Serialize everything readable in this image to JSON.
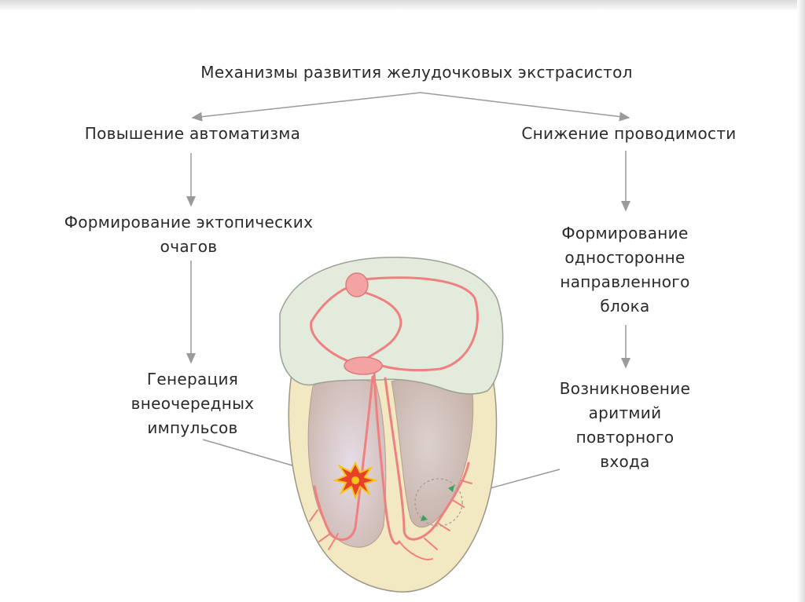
{
  "title": "Механизмы развития желудочковых экстрасистол",
  "left_branch": {
    "heading": "Повышение автоматизма",
    "step1": [
      "Формирование эктопических",
      "очагов"
    ],
    "step2": [
      "Генерация",
      "внеочередных",
      "импульсов"
    ]
  },
  "right_branch": {
    "heading": "Снижение проводимости",
    "step1": [
      "Формирование",
      "односторонне",
      "направленного",
      "блока"
    ],
    "step2": [
      "Возникновение",
      "аритмий",
      "повторного",
      "входа"
    ]
  },
  "colors": {
    "arrow": "#9a9a9a",
    "atria_fill": "#e4ecdf",
    "myocardium_fill": "#f0e8c4",
    "ventricle_cavity": "#d4c3bd",
    "conduction": "#f08080",
    "focus_burst": "#e8402a",
    "reentry_marks": "#3aa35a"
  }
}
